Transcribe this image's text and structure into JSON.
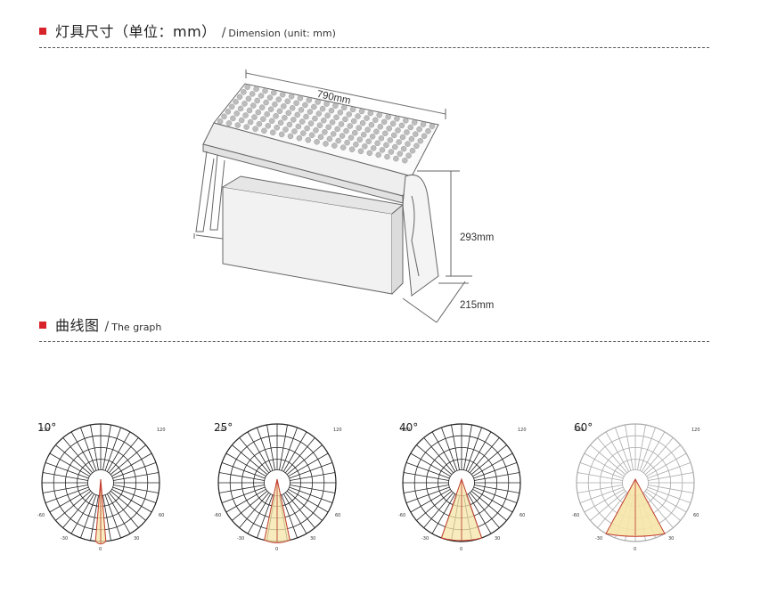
{
  "section_dimension": {
    "title_zh": "灯具尺寸（单位：mm）",
    "title_en": "Dimension (unit: mm)",
    "slash": "/"
  },
  "dimensions": {
    "length": "790mm",
    "height": "293mm",
    "depth": "215mm"
  },
  "section_graph": {
    "title_zh": "曲线图",
    "title_en": "The graph",
    "slash": "/"
  },
  "beam_charts": [
    {
      "angle": "10°",
      "beam_deg": 10
    },
    {
      "angle": "25°",
      "beam_deg": 25
    },
    {
      "angle": "40°",
      "beam_deg": 40
    },
    {
      "angle": "60°",
      "beam_deg": 60
    }
  ],
  "polar_tick_labels": {
    "upper_left": "-120",
    "upper_right": "120",
    "mid_left": "-60",
    "mid_right": "60",
    "low_left": "-30",
    "low_right": "30",
    "bottom": "0"
  },
  "colors": {
    "accent_red": "#d8232a",
    "beam_fill": "#f6e6a8",
    "beam_line": "#c0392b"
  }
}
